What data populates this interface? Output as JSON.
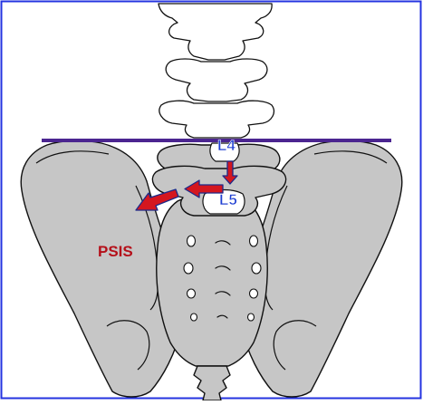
{
  "labels": {
    "l4": "L4",
    "l5": "L5",
    "psis": "PSIS"
  },
  "colors": {
    "frame": "#2433e0",
    "bone_fill": "#c6c6c6",
    "bone_stroke": "#111111",
    "iliac_crest_line": "#4b2590",
    "arrow_fill": "#d4161f",
    "arrow_stroke": "#1c2a8a",
    "vertebra_label": "#1f3fd2",
    "psis_label": "#b5101a"
  },
  "icons": [
    "arrow-down-icon",
    "arrow-left-icon",
    "arrow-down-left-icon"
  ]
}
